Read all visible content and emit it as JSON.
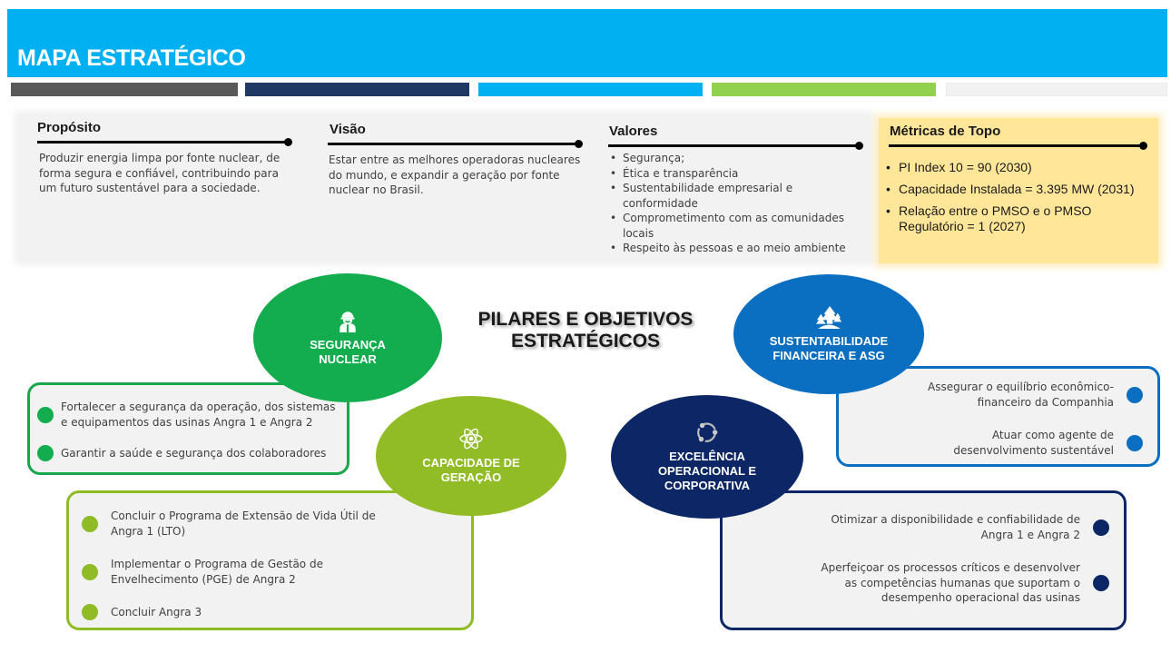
{
  "header": {
    "title": "MAPA ESTRATÉGICO"
  },
  "colors": {
    "header_bg": "#00b0f0",
    "stripes": [
      "#595959",
      "#203864",
      "#00b0f0",
      "#92d050",
      "#f2f2f2"
    ],
    "seguranca": "#13ad4f",
    "capacidade": "#92bc26",
    "sustentabilidade": "#0b6fc1",
    "excelencia": "#0d2766",
    "metricas_bg": "#ffe699"
  },
  "proposito": {
    "title": "Propósito",
    "text": "Produzir energia limpa por fonte nuclear, de forma segura e confiável, contribuindo para um futuro sustentável para a sociedade."
  },
  "visao": {
    "title": "Visão",
    "text": "Estar entre as melhores operadoras nucleares do mundo, e expandir a geração por fonte nuclear no Brasil."
  },
  "valores": {
    "title": "Valores",
    "items": [
      "Segurança;",
      "Ética e transparência",
      "Sustentabilidade empresarial e conformidade",
      "Comprometimento com as comunidades locais",
      "Respeito às pessoas e ao meio ambiente"
    ]
  },
  "metricas": {
    "title": "Métricas de Topo",
    "items": [
      "PI Index 10 = 90 (2030)",
      "Capacidade Instalada = 3.395 MW (2031)",
      "Relação entre o PMSO e o PMSO Regulatório = 1  (2027)"
    ]
  },
  "center_title": {
    "line1": "PILARES E OBJETIVOS",
    "line2": "ESTRATÉGICOS"
  },
  "pillars": {
    "seguranca": {
      "label_line1": "SEGURANÇA",
      "label_line2": "NUCLEAR",
      "icon": "worker-helmet-icon",
      "objectives": [
        "Fortalecer a segurança da operação, dos sistemas e equipamentos das usinas  Angra 1 e Angra 2",
        "Garantir a saúde e segurança dos colaboradores"
      ]
    },
    "capacidade": {
      "label_line1": "CAPACIDADE DE",
      "label_line2": "GERAÇÃO",
      "icon": "atom-icon",
      "objectives": [
        "Concluir o Programa de Extensão de Vida Útil de Angra 1 (LTO)",
        "Implementar o Programa de Gestão de Envelhecimento (PGE) de Angra 2",
        "Concluir Angra 3"
      ]
    },
    "sustentabilidade": {
      "label_line1": "SUSTENTABILIDADE",
      "label_line2": "FINANCEIRA E ASG",
      "icon": "trees-icon",
      "objectives": [
        "Assegurar o equilíbrio econômico-financeiro da Companhia",
        "Atuar como agente de desenvolvimento sustentável"
      ]
    },
    "excelencia": {
      "label_line1": "EXCELÊNCIA",
      "label_line2": "OPERACIONAL E",
      "label_line3": "CORPORATIVA",
      "icon": "cycle-icon",
      "objectives": [
        "Otimizar a disponibilidade e confiabilidade de Angra 1 e Angra 2",
        "Aperfeiçoar os processos críticos e desenvolver as competências humanas que suportam o desempenho operacional das usinas"
      ]
    }
  }
}
